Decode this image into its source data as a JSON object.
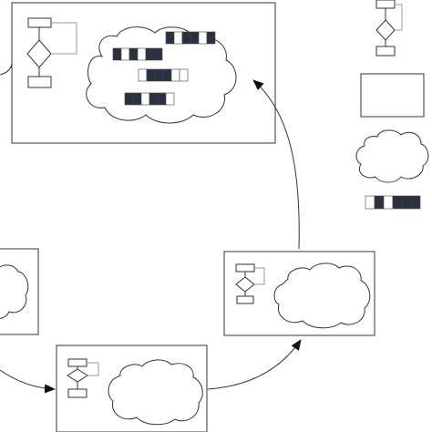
{
  "diagram": {
    "description_visible_text": "",
    "panels": [
      {
        "id": "top-panel",
        "contains": [
          "mini-flowchart",
          "cloud",
          "pixel-strips"
        ]
      },
      {
        "id": "mid-left-panel",
        "contains": [
          "cloud"
        ]
      },
      {
        "id": "bottom-panel",
        "contains": [
          "mini-flowchart",
          "cloud"
        ]
      },
      {
        "id": "right-panel",
        "contains": [
          "mini-flowchart",
          "cloud"
        ]
      }
    ],
    "legend_items": [
      "mini-flowchart",
      "empty-box",
      "cloud",
      "pixel-strip"
    ],
    "arrows": [
      {
        "from": "mid-left-panel",
        "to": "bottom-panel"
      },
      {
        "from": "bottom-panel",
        "to": "right-panel"
      },
      {
        "from": "right-panel",
        "to": "top-panel"
      }
    ],
    "strip_patterns": [
      [
        1,
        0,
        1,
        1,
        0,
        1
      ],
      [
        1,
        0,
        1,
        0,
        1,
        1
      ],
      [
        0,
        1,
        1,
        1,
        0,
        0
      ],
      [
        1,
        1,
        0,
        1,
        1,
        0
      ],
      [
        0,
        1,
        0,
        1,
        1,
        1
      ]
    ],
    "colors": {
      "line": "#222222",
      "strip_dark": "#2b3140",
      "strip_light": "#ffffff"
    }
  }
}
